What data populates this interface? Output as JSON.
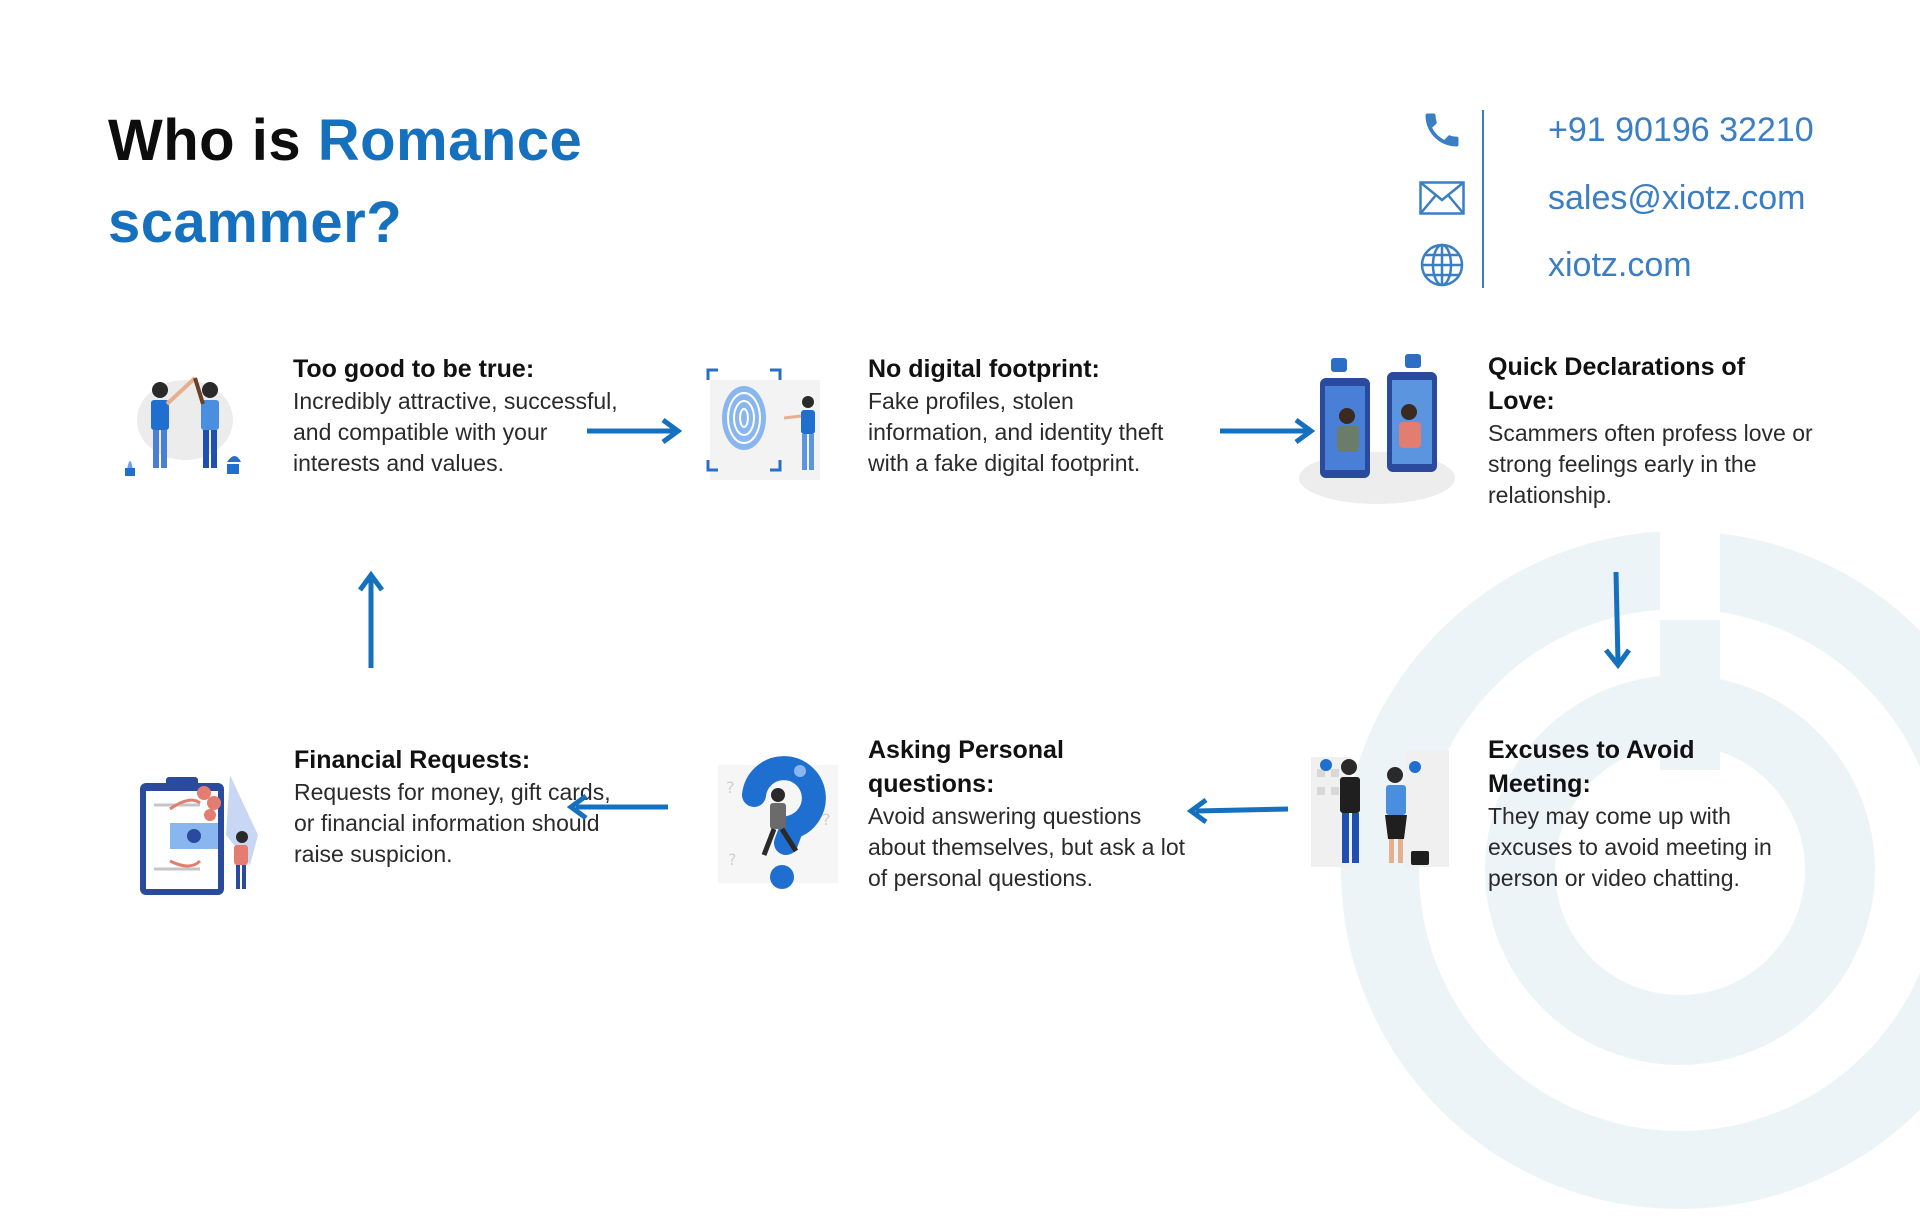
{
  "title": {
    "part1": "Who is ",
    "part2": "Romance scammer?"
  },
  "contact": {
    "phone": "+91 90196 32210",
    "email": "sales@xiotz.com",
    "website": "xiotz.com",
    "icons": [
      "phone-icon",
      "envelope-icon",
      "globe-icon"
    ]
  },
  "cards": [
    {
      "title": "Too good to be true:",
      "desc": "Incredibly attractive, successful, and compatible with your interests and values."
    },
    {
      "title": "No digital footprint:",
      "desc": "Fake profiles, stolen information, and identity theft with a fake digital footprint."
    },
    {
      "title": "Quick Declarations of Love:",
      "desc": "Scammers often profess love or strong feelings early in the relationship."
    },
    {
      "title": "Excuses to Avoid Meeting:",
      "desc": "They may come up with excuses to avoid meeting in person or video chatting."
    },
    {
      "title": "Asking Personal questions:",
      "desc": "Avoid answering questions about themselves, but ask a lot of personal questions."
    },
    {
      "title": "Financial Requests:",
      "desc": "Requests for money, gift cards, or financial information should raise suspicion."
    }
  ],
  "colors": {
    "accent": "#1570bd",
    "contact": "#3a7ec3",
    "heading": "#0d0d0d",
    "watermark": "#eef5f8"
  }
}
